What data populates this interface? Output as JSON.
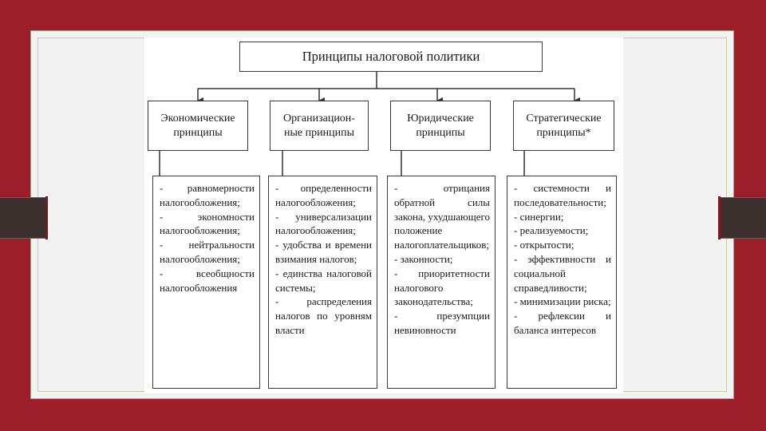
{
  "diagram": {
    "title": "Принципы налоговой политики",
    "categories": [
      {
        "label": "Экономические\nпринципы",
        "items": [
          "- равномерности налогообложения;",
          "- экономности налогообложения;",
          "- нейтральности налогообложения;",
          "- всеобщности налогообложения"
        ]
      },
      {
        "label": "Организацион-\nные принципы",
        "items": [
          "- определенности налогообложения;",
          "- универсализации налогообложения;",
          "- удобства и времени взимания налогов;",
          "- единства налоговой системы;",
          "- распределения налогов по уровням власти"
        ]
      },
      {
        "label": "Юридические\nпринципы",
        "items": [
          "- отрицания обратной силы закона, ухудшающего положение налогоплательщиков;",
          "- законности;",
          "- приоритетности налогового законодательства;",
          "- презумпции невиновности"
        ]
      },
      {
        "label": "Стратегические\nпринципы*",
        "items": [
          "- системности и последовательности;",
          "- синергии;",
          "- реализуемости;",
          "- открытости;",
          "- эффективности и социальной справедливости;",
          "- минимизации риска;",
          "- рефлексии и баланса интересов"
        ]
      }
    ]
  },
  "colors": {
    "background": "#9c1e2b",
    "slide": "#f2f2f2",
    "tab": "#3b302d",
    "border": "#3a3a3a"
  }
}
